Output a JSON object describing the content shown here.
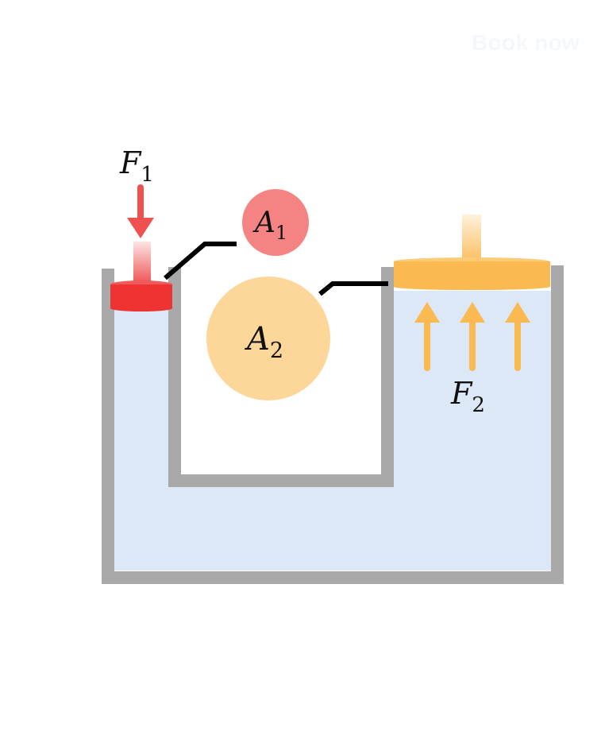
{
  "header": {
    "cta_label": "Book now"
  },
  "diagram": {
    "labels": {
      "force_small": {
        "main": "F",
        "sub": "1"
      },
      "force_large": {
        "main": "F",
        "sub": "2"
      },
      "area_small": {
        "main": "A",
        "sub": "1"
      },
      "area_large": {
        "main": "A",
        "sub": "2"
      }
    },
    "colors": {
      "fluid": "#dce8f5",
      "wall": "#a9a9a9",
      "small_piston": "#ee3333",
      "small_arrow": "#ef5050",
      "large_piston": "#fbb951",
      "large_arrow": "#fbb951",
      "area_small_circle": "#f58383",
      "area_large_circle": "#fdd699",
      "leader_line": "#000000"
    },
    "icons": {
      "force_small_arrow": "arrow-down-icon",
      "force_large_arrows": "arrow-up-icon"
    }
  }
}
